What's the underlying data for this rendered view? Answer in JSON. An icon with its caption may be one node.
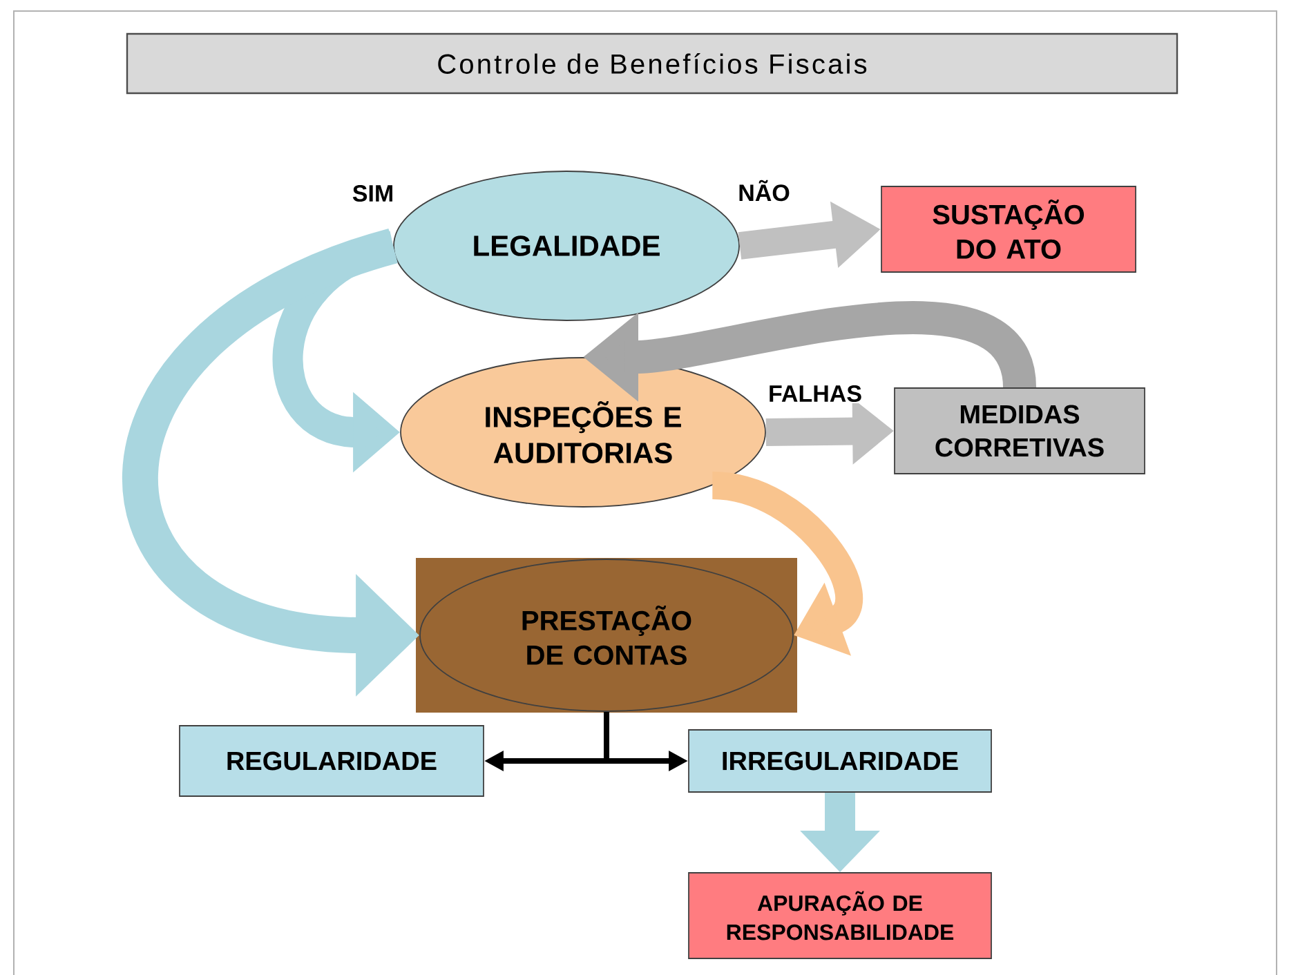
{
  "diagram": {
    "title": "Controle de Benefícios Fiscais",
    "nodes": [
      {
        "text": [
          "LEGALIDADE"
        ]
      },
      {
        "text": [
          "SUSTAÇÃO DO ATO"
        ]
      },
      {
        "text": [
          "INSPEÇÕES E AUDITORIAS"
        ]
      },
      {
        "text": [
          "MEDIDAS CORRETIVAS"
        ]
      },
      {
        "text": [
          "PRESTAÇÃO DE CONTAS"
        ]
      },
      {
        "text": [
          "REGULARIDADE"
        ]
      },
      {
        "text": [
          "IRREGULARIDADE"
        ]
      },
      {
        "text": [
          "APURAÇÃO DE RESPONSABILIDADE"
        ]
      }
    ],
    "edges": [
      {
        "from": 0,
        "to": 1,
        "arrow": "to",
        "label": "NÃO",
        "color": "#c0c0c0"
      },
      {
        "from": 0,
        "to": 2,
        "arrow": "to",
        "label": "SIM",
        "color": "#a9d6df"
      },
      {
        "from": 0,
        "to": 4,
        "arrow": "to",
        "color": "#a9d6df"
      },
      {
        "from": 2,
        "to": 3,
        "arrow": "to",
        "label": "FALHAS",
        "color": "#c0c0c0"
      },
      {
        "from": 3,
        "to": 2,
        "arrow": "to",
        "color": "#a6a6a6"
      },
      {
        "from": 2,
        "to": 4,
        "arrow": "to",
        "color": "#f9c48e"
      },
      {
        "from": 4,
        "to": 5,
        "arrow": "to",
        "color": "#000000"
      },
      {
        "from": 4,
        "to": 6,
        "arrow": "to",
        "color": "#000000"
      },
      {
        "from": 6,
        "to": 7,
        "arrow": "to",
        "color": "#a9d6df"
      }
    ]
  }
}
